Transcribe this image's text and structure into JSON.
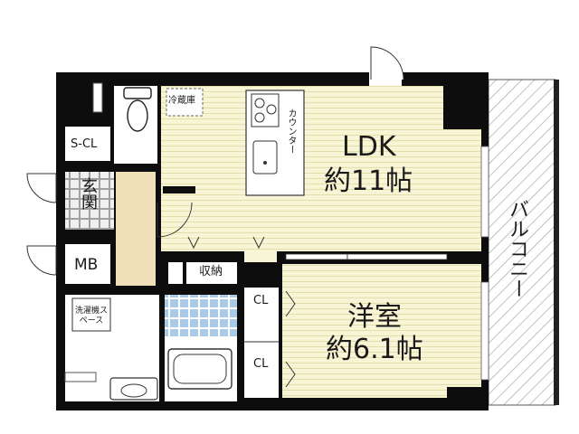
{
  "rooms": {
    "ldk": {
      "name": "LDK",
      "size": "約11帖"
    },
    "western": {
      "name": "洋室",
      "size": "約6.1帖"
    },
    "entrance": "玄関",
    "shoe_closet": "S-CL",
    "meter_box": "MB",
    "laundry": "洗濯機スペース",
    "fridge": "冷蔵庫",
    "counter": "カウンター",
    "storage": "収納",
    "closet_1": "CL",
    "closet_2": "CL",
    "balcony": "バルコニー"
  },
  "colors": {
    "wall": "#0d0d0d",
    "floor_wood": "#f7f5d6",
    "floor_wood_line": "#e4dfa8",
    "entrance_floor": "#efe0b9",
    "wet_tile": "#a9cbe8",
    "balcony_hatch": "#9a9a9a"
  }
}
